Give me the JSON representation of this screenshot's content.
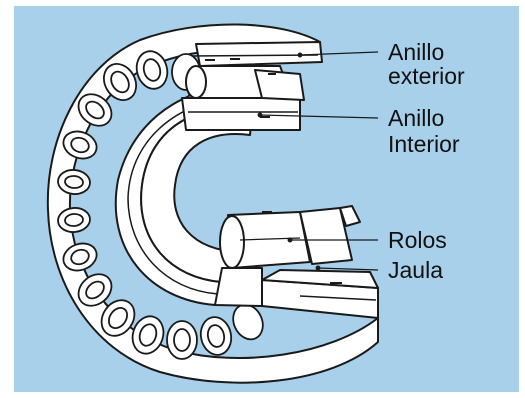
{
  "labels": {
    "outer_ring": [
      "Anillo",
      "exterior"
    ],
    "inner_ring": [
      "Anillo",
      "Interior"
    ],
    "rollers": "Rolos",
    "cage": "Jaula"
  },
  "colors": {
    "background_panel": "#a8d0ea",
    "frame": "#ffffff",
    "metal": "#ffffff",
    "outline": "#1a1a1a",
    "text": "#111111"
  }
}
